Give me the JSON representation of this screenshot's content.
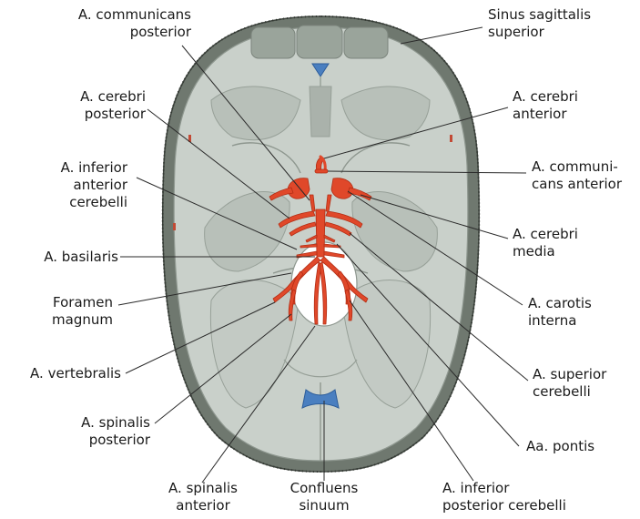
{
  "labels": {
    "communicans_posterior": [
      "A. communicans",
      "posterior"
    ],
    "cerebri_posterior": [
      "A. cerebri",
      "posterior"
    ],
    "inferior_anterior_cerebelli": [
      "A. inferior",
      "anterior",
      "cerebelli"
    ],
    "basilaris": [
      "A. basilaris"
    ],
    "foramen_magnum": [
      "Foramen",
      "magnum"
    ],
    "vertebralis": [
      "A. vertebralis"
    ],
    "spinalis_posterior": [
      "A. spinalis",
      "posterior"
    ],
    "spinalis_anterior": [
      "A. spinalis",
      "anterior"
    ],
    "confluens_sinuum": [
      "Confluens",
      "sinuum"
    ],
    "inferior_posterior_cerebelli": [
      "A. inferior",
      "posterior cerebelli"
    ],
    "pontis": [
      "Aa. pontis"
    ],
    "superior_cerebelli": [
      "A. superior",
      "cerebelli"
    ],
    "carotis_interna": [
      "A. carotis",
      "interna"
    ],
    "cerebri_media": [
      "A. cerebri",
      "media"
    ],
    "communicans_anterior": [
      "A. communi-",
      "cans anterior"
    ],
    "cerebri_anterior": [
      "A. cerebri",
      "anterior"
    ],
    "sinus_sagittalis_superior": [
      "Sinus sagittalis",
      "superior"
    ]
  },
  "colors": {
    "artery": "#e0482a",
    "artery_dark": "#b32e15",
    "skull_outer": "#6f786f",
    "dura": "#c9d0ca",
    "fossa": "#b8c0b9",
    "sinus_blue": "#4a7fc0",
    "leader": "#2a2a2a"
  }
}
